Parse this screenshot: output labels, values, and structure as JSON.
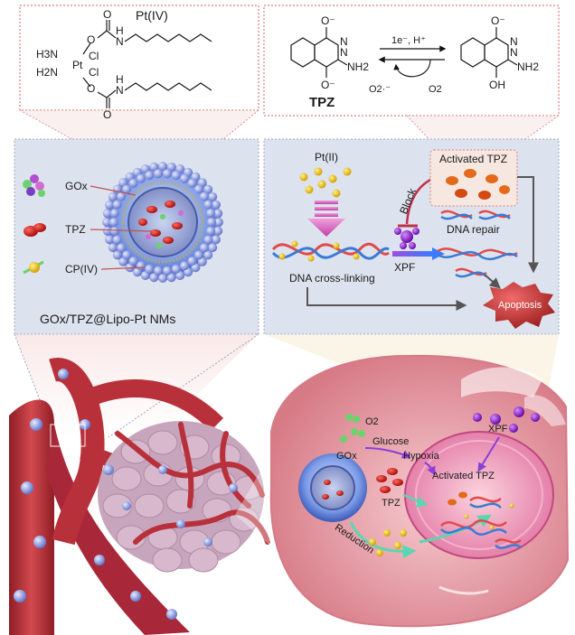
{
  "pt_panel": {
    "title": "Pt(IV)",
    "h3n_top": "H3N",
    "h3n_bot": "H2N",
    "pt": "Pt",
    "cl_top": "Cl",
    "cl_bot": "Cl",
    "o_top": "O",
    "o_bot": "O",
    "o_up": "O",
    "o_down": "O",
    "h_top": "H",
    "h_bot": "H",
    "n_top": "N",
    "n_bot": "N"
  },
  "tpz_panel": {
    "label": "TPZ",
    "reaction": "1e⁻, H⁺",
    "o2_radical": "O2·⁻",
    "o2": "O2",
    "nh2_left": "NH2",
    "nh2_right": "NH2",
    "oh": "OH",
    "o_left_top": "O⁻",
    "o_left_bot": "O⁻",
    "o_right_top": "O⁻",
    "n_left_1": "N",
    "n_left_2": "N",
    "n_right_1": "N",
    "n_right_2": "N"
  },
  "nano_panel": {
    "legend_gox": "GOx",
    "legend_tpz": "TPZ",
    "legend_cp": "CP(IV)",
    "caption": "GOx/TPZ@Lipo-Pt NMs"
  },
  "mech_panel": {
    "pt2": "Pt(II)",
    "activated_tpz": "Activated TPZ",
    "block": "Block",
    "xpf": "XPF",
    "dna_repair": "DNA repair",
    "dna_crosslinking": "DNA cross-linking",
    "apoptosis": "Apoptosis"
  },
  "cell_panel": {
    "o2": "O2",
    "gox": "GOx",
    "glucose": "Glucose",
    "hypoxia": "Hypoxia",
    "activated_tpz": "Activated\nTPZ",
    "tpz": "TPZ",
    "xpf": "XPF",
    "reduction": "Reduction"
  },
  "colors": {
    "panel_border": "#e07b7b",
    "panel_bg": "#dde3ee",
    "vessel": "#b8303a",
    "tumor": "#c7a6bd",
    "cell": "#f1b9bf",
    "nucleus": "#e98aa2",
    "tpz_red": "#d42020",
    "gold": "#f2c000",
    "xpf_purple": "#9b1fd0",
    "apoptosis": "#c23e3e",
    "arrow_green": "#5cd6b0",
    "arrow_purple": "#8a3fd6"
  }
}
